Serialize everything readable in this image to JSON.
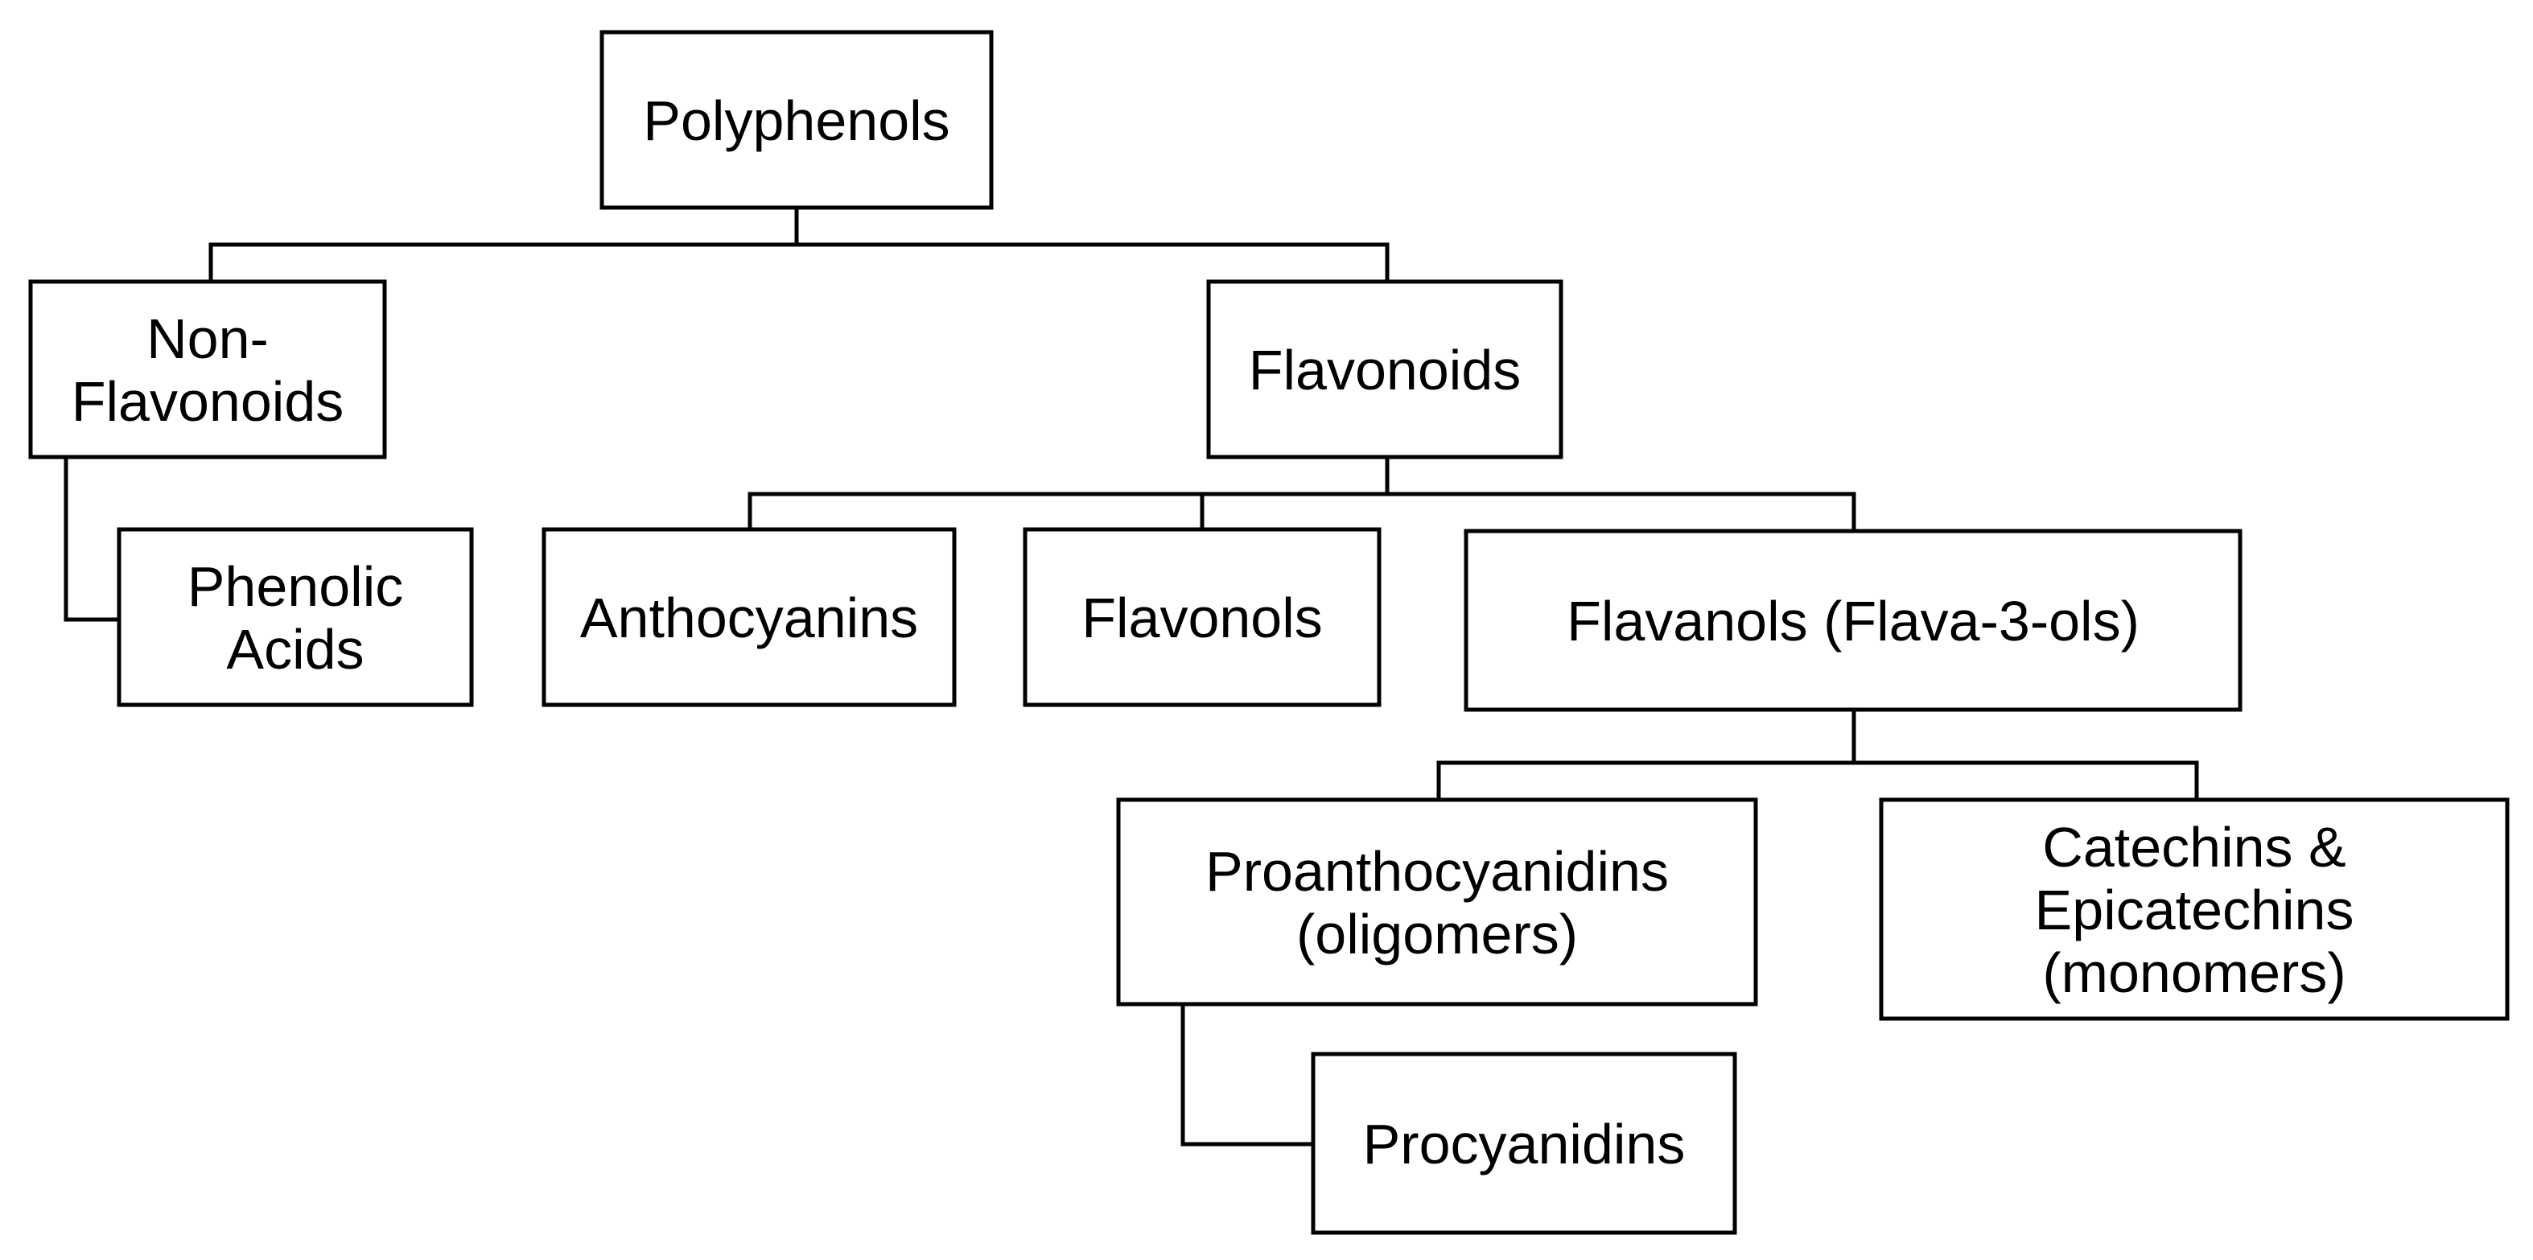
{
  "diagram": {
    "nodes": {
      "polyphenols": {
        "lines": [
          "Polyphenols"
        ]
      },
      "non_flavonoids": {
        "lines": [
          "Non-",
          "Flavonoids"
        ]
      },
      "phenolic_acids": {
        "lines": [
          "Phenolic",
          "Acids"
        ]
      },
      "flavonoids": {
        "lines": [
          "Flavonoids"
        ]
      },
      "anthocyanins": {
        "lines": [
          "Anthocyanins"
        ]
      },
      "flavonols": {
        "lines": [
          "Flavonols"
        ]
      },
      "flavanols": {
        "lines": [
          "Flavanols (Flava-3-ols)"
        ]
      },
      "proanthocyanidins": {
        "lines": [
          "Proanthocyanidins",
          "(oligomers)"
        ]
      },
      "catechins": {
        "lines": [
          "Catechins &",
          "Epicatechins",
          "(monomers)"
        ]
      },
      "procyanidins": {
        "lines": [
          "Procyanidins"
        ]
      }
    },
    "edges": [
      {
        "from": "polyphenols",
        "to": "non_flavonoids"
      },
      {
        "from": "polyphenols",
        "to": "flavonoids"
      },
      {
        "from": "non_flavonoids",
        "to": "phenolic_acids"
      },
      {
        "from": "flavonoids",
        "to": "anthocyanins"
      },
      {
        "from": "flavonoids",
        "to": "flavonols"
      },
      {
        "from": "flavonoids",
        "to": "flavanols"
      },
      {
        "from": "flavanols",
        "to": "proanthocyanidins"
      },
      {
        "from": "flavanols",
        "to": "catechins"
      },
      {
        "from": "proanthocyanidins",
        "to": "procyanidins"
      }
    ]
  }
}
